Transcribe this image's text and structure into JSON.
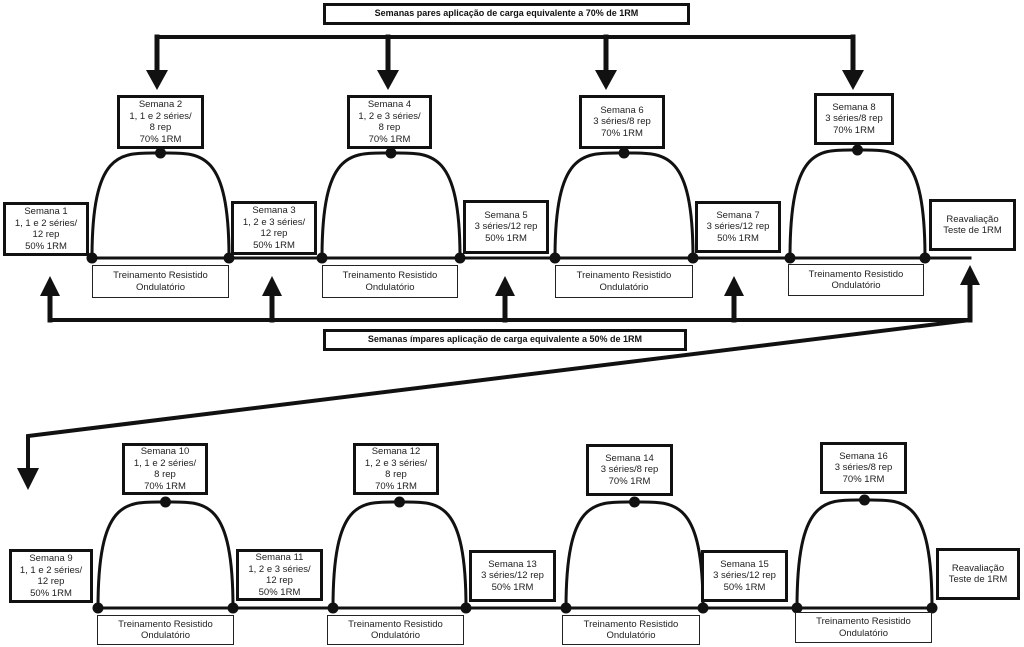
{
  "banners": {
    "even_weeks": "Semanas pares aplicação de carga equivalente a 70% de 1RM",
    "odd_weeks": "Semanas ímpares aplicação de carga equivalente a 50% de 1RM"
  },
  "blocks": [
    {
      "row": 1,
      "start": {
        "lines": [
          "Semana 1",
          "1, 1 e 2 séries/",
          "12 rep",
          "50% 1RM"
        ]
      },
      "peak": {
        "lines": [
          "Semana 2",
          "1, 1 e 2 séries/",
          "8 rep",
          "70% 1RM"
        ]
      },
      "training": {
        "lines": [
          "Treinamento Resistido",
          "Ondulatório"
        ]
      }
    },
    {
      "row": 1,
      "start": {
        "lines": [
          "Semana 3",
          "1, 2 e 3 séries/",
          "12 rep",
          "50% 1RM"
        ]
      },
      "peak": {
        "lines": [
          "Semana 4",
          "1, 2 e 3 séries/",
          "8 rep",
          "70% 1RM"
        ]
      },
      "training": {
        "lines": [
          "Treinamento Resistido",
          "Ondulatório"
        ]
      }
    },
    {
      "row": 1,
      "start": {
        "lines": [
          "Semana 5",
          "3 séries/12 rep",
          "50% 1RM"
        ]
      },
      "peak": {
        "lines": [
          "Semana 6",
          "3 séries/8 rep",
          "70% 1RM"
        ]
      },
      "training": {
        "lines": [
          "Treinamento Resistido",
          "Ondulatório"
        ]
      }
    },
    {
      "row": 1,
      "start": {
        "lines": [
          "Semana 7",
          "3 séries/12 rep",
          "50% 1RM"
        ]
      },
      "peak": {
        "lines": [
          "Semana 8",
          "3 séries/8 rep",
          "70% 1RM"
        ]
      },
      "training": {
        "lines": [
          "Treinamento Resistido",
          "Ondulatório"
        ]
      }
    },
    {
      "row": 2,
      "start": {
        "lines": [
          "Semana 9",
          "1, 1 e 2 séries/",
          "12 rep",
          "50% 1RM"
        ]
      },
      "peak": {
        "lines": [
          "Semana 10",
          "1, 1 e 2 séries/",
          "8 rep",
          "70% 1RM"
        ]
      },
      "training": {
        "lines": [
          "Treinamento Resistido",
          "Ondulatório"
        ]
      }
    },
    {
      "row": 2,
      "start": {
        "lines": [
          "Semana 11",
          "1, 2 e 3 séries/",
          "12 rep",
          "50% 1RM"
        ]
      },
      "peak": {
        "lines": [
          "Semana 12",
          "1, 2 e 3 séries/",
          "8 rep",
          "70% 1RM"
        ]
      },
      "training": {
        "lines": [
          "Treinamento Resistido",
          "Ondulatório"
        ]
      }
    },
    {
      "row": 2,
      "start": {
        "lines": [
          "Semana 13",
          "3 séries/12 rep",
          "50% 1RM"
        ]
      },
      "peak": {
        "lines": [
          "Semana 14",
          "3 séries/8 rep",
          "70% 1RM"
        ]
      },
      "training": {
        "lines": [
          "Treinamento Resistido",
          "Ondulatório"
        ]
      }
    },
    {
      "row": 2,
      "start": {
        "lines": [
          "Semana 15",
          "3 séries/12 rep",
          "50% 1RM"
        ]
      },
      "peak": {
        "lines": [
          "Semana 16",
          "3 séries/8 rep",
          "70% 1RM"
        ]
      },
      "training": {
        "lines": [
          "Treinamento Resistido",
          "Ondulatório"
        ]
      }
    }
  ],
  "reassessments": [
    {
      "row": 1,
      "lines": [
        "Reavaliação",
        "Teste de 1RM"
      ]
    },
    {
      "row": 2,
      "lines": [
        "Reavaliação",
        "Teste de 1RM"
      ]
    }
  ]
}
